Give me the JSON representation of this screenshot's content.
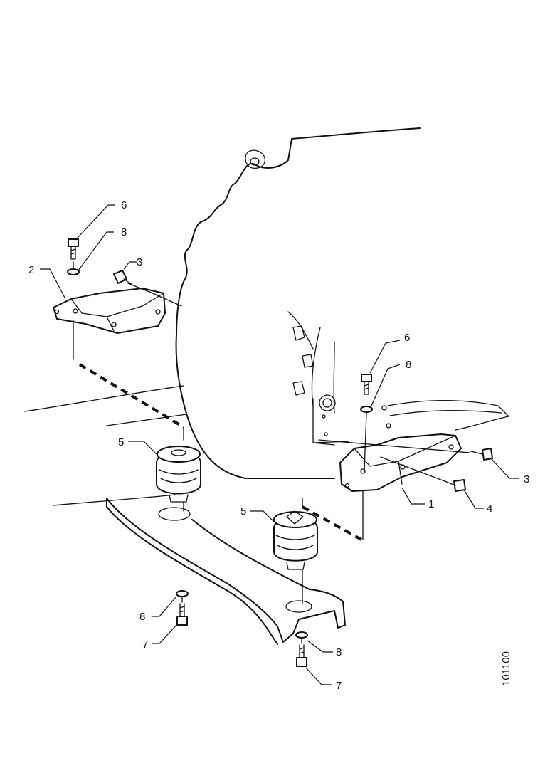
{
  "callouts": {
    "c6_left": "6",
    "c8_left": "8",
    "c3_left": "3",
    "c2": "2",
    "c5_left": "5",
    "c8_lower_left": "8",
    "c7_left": "7",
    "c6_right": "6",
    "c8_right": "8",
    "c3_right": "3",
    "c1": "1",
    "c4": "4",
    "c5_right": "5",
    "c8_lower_right": "8",
    "c7_right": "7"
  },
  "drawing_code": "101100"
}
